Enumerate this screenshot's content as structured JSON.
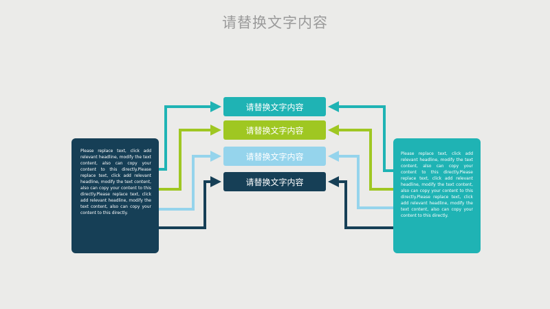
{
  "title": "请替换文字内容",
  "center_boxes": [
    {
      "label": "请替换文字内容",
      "color": "#1fb3b4"
    },
    {
      "label": "请替换文字内容",
      "color": "#9fc722"
    },
    {
      "label": "请替换文字内容",
      "color": "#95d4ec"
    },
    {
      "label": "请替换文字内容",
      "color": "#163f56"
    }
  ],
  "left_panel": {
    "color": "#163f56",
    "text": "Please replace text, click add relevant headline, modify the text content, also can copy your content to this directly.Please replace text, click add relevant headline, modify the text content, also can copy your content to this directly.Please replace text, click add relevant headline, modify the text content, also can copy your content to this directly."
  },
  "right_panel": {
    "color": "#1fb3b4",
    "text": "Please replace text, click add relevant headline, modify the text content, also can copy your content to this directly.Please replace text, click add relevant headline, modify the text content, also can copy your content to this directly.Please replace text, click add relevant headline, modify the text content, also can copy your content to this directly."
  }
}
